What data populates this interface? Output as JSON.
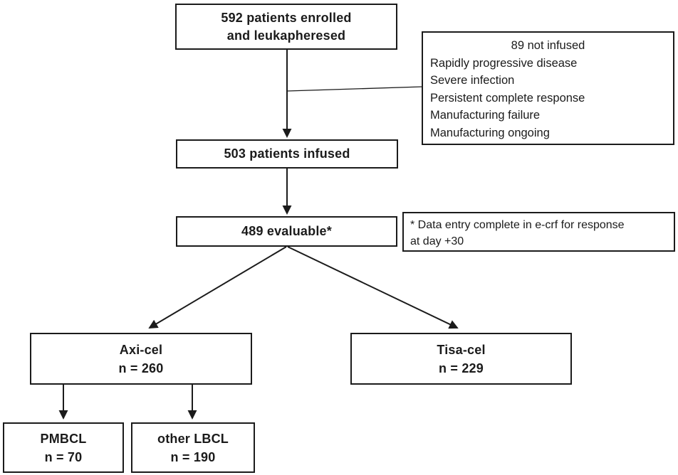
{
  "diagram": {
    "enrolled": {
      "line1": "592 patients enrolled",
      "line2": "and leukapheresed"
    },
    "not_infused": {
      "title": "89 not infused",
      "reasons": [
        "Rapidly progressive disease",
        "Severe infection",
        "Persistent complete response",
        "Manufacturing failure",
        "Manufacturing ongoing"
      ]
    },
    "infused": {
      "label": "503 patients infused"
    },
    "evaluable": {
      "label": "489 evaluable*"
    },
    "footnote": {
      "line1": "* Data entry complete in e-crf for response",
      "line2": "at day +30"
    },
    "axi_cel": {
      "name": "Axi-cel",
      "count": "n = 260"
    },
    "tisa_cel": {
      "name": "Tisa-cel",
      "count": "n = 229"
    },
    "pmbcl": {
      "name": "PMBCL",
      "count": "n = 70"
    },
    "other_lbcl": {
      "name": "other LBCL",
      "count": "n = 190"
    }
  },
  "colors": {
    "line": "#1b1b1b",
    "background": "#ffffff"
  }
}
